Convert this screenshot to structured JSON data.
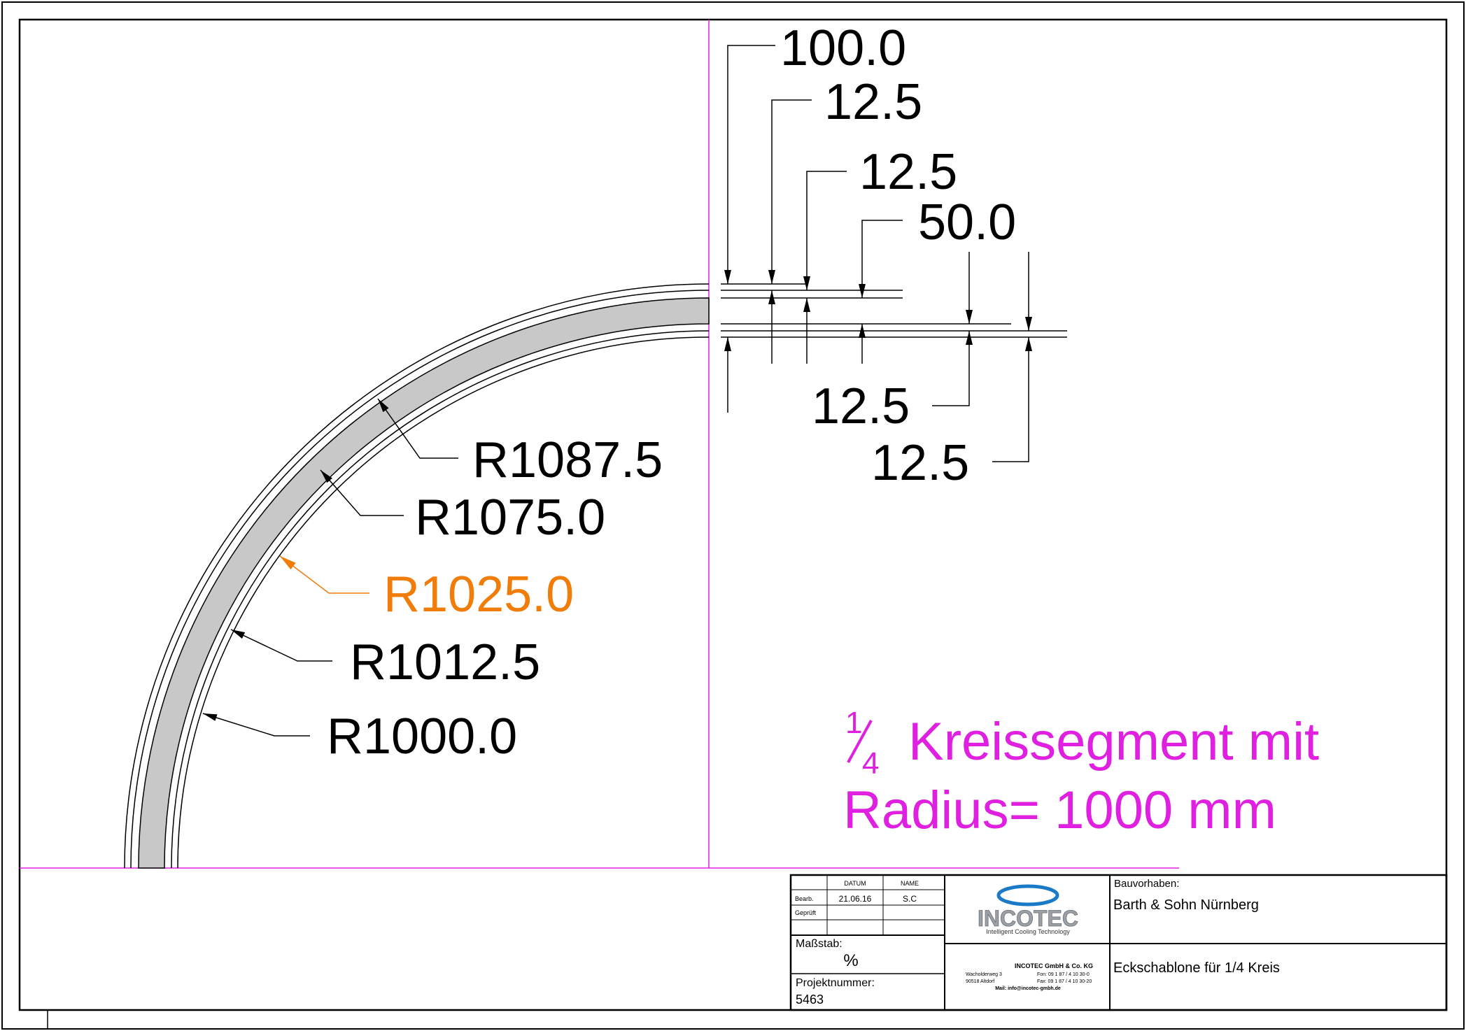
{
  "drawing": {
    "radius_labels": {
      "r1": "R1087.5",
      "r2": "R1075.0",
      "r3": "R1025.0",
      "r4": "R1012.5",
      "r5": "R1000.0"
    },
    "top_dims": {
      "d1": "100.0",
      "d2": "12.5",
      "d3": "12.5",
      "d4": "50.0",
      "d5": "12.5",
      "d6": "12.5"
    },
    "caption": {
      "fraction_num": "1",
      "fraction_den": "4",
      "line1_rest": "Kreissegment mit",
      "line2": "Radius= 1000 mm"
    },
    "colors": {
      "magenta": "#e020e0",
      "orange": "#f07d0a",
      "fill": "#c8c8c8",
      "logo_blue": "#1a7ac8"
    }
  },
  "title_block": {
    "col_datum": "DATUM",
    "col_name": "NAME",
    "row_bearb": "Bearb.",
    "bearb_datum": "21.06.16",
    "bearb_name": "S.C",
    "row_geprueft": "Geprüft",
    "massstab_label": "Maßstab:",
    "massstab_value": "%",
    "projekt_label": "Projektnummer:",
    "projekt_value": "5463",
    "logo_name": "INCOTEC",
    "logo_tagline": "Intelligent  Cooling  Technology",
    "company": {
      "name": "INCOTEC GmbH & Co. KG",
      "street": "Wacholderweg 3",
      "city": "90518 Altdorf",
      "phone": "Fon: 09 1 87 / 4 10 30-0",
      "fax": "Fax: 09 1 87 / 4 10 30-20",
      "mail": "Mail: info@incotec-gmbh.de"
    },
    "bauvorhaben_label": "Bauvorhaben:",
    "bauvorhaben_value": "Barth & Sohn Nürnberg",
    "beschreibung": "Eckschablone für 1/4 Kreis"
  }
}
